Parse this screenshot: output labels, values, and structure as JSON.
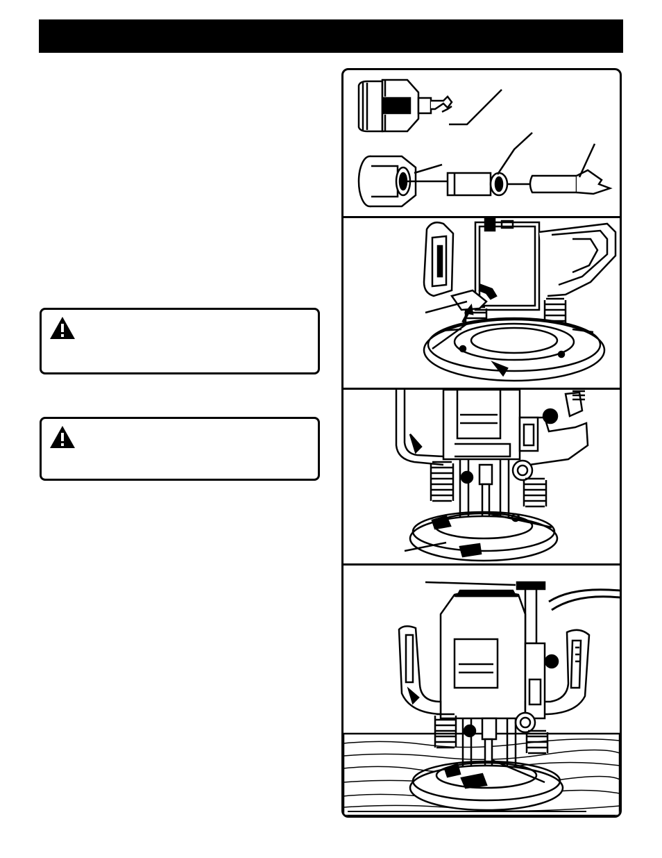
{
  "header": {
    "title": ""
  },
  "warnings": [
    {
      "icon": "warning-triangle-icon",
      "heading": "",
      "body": ""
    },
    {
      "icon": "warning-triangle-icon",
      "heading": "",
      "body": ""
    }
  ],
  "figures": [
    {
      "name": "collet-bit-assembly",
      "caption": ""
    },
    {
      "name": "router-spindle-lock",
      "caption": ""
    },
    {
      "name": "router-base-bit",
      "caption": ""
    },
    {
      "name": "router-on-workpiece",
      "caption": ""
    }
  ],
  "colors": {
    "header_bg": "#000000",
    "page_bg": "#ffffff",
    "line": "#000000"
  }
}
